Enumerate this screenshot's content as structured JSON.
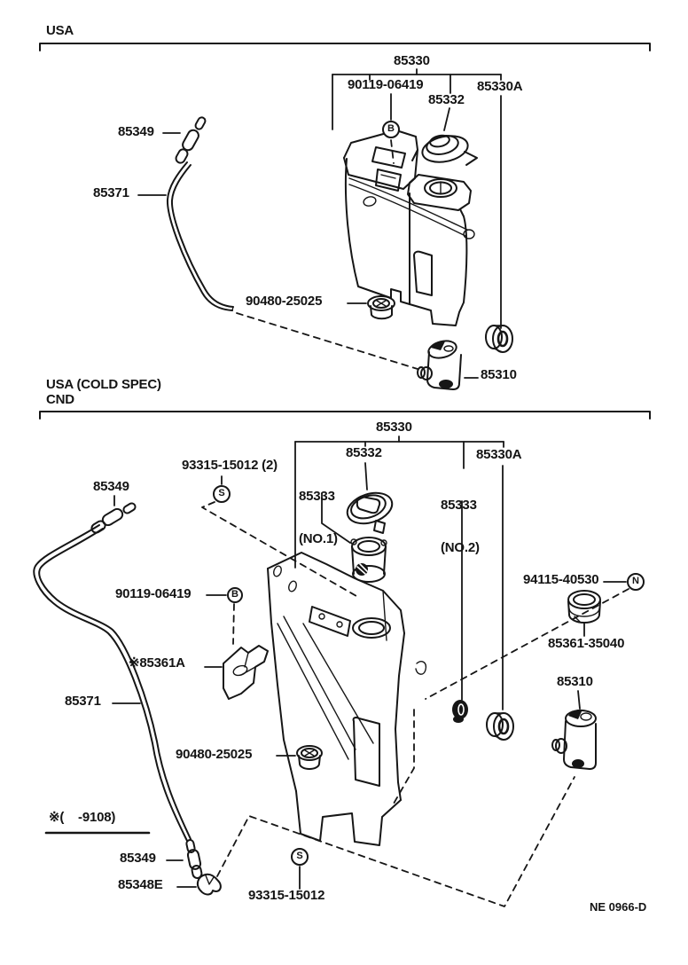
{
  "doc": {
    "type": "parts-diagram",
    "footer_code": "NE 0966-D",
    "colors": {
      "ink": "#161616",
      "background": "#ffffff"
    }
  },
  "section1": {
    "header": "USA",
    "labels": {
      "l85330": "85330",
      "l90119": "90119-06419",
      "l85330a": "85330A",
      "l85332": "85332",
      "l85349": "85349",
      "l85371": "85371",
      "l90480": "90480-25025",
      "l85310": "85310"
    },
    "fastener_marks": {
      "bolt_b": "B"
    }
  },
  "section2": {
    "header_line1": "USA (COLD SPEC)",
    "header_line2": "CND",
    "labels": {
      "l85330": "85330",
      "l93315_qty2": "93315-15012 (2)",
      "l85332": "85332",
      "l85333_no1_line1": "85333",
      "l85333_no1_line2": "(NO.1)",
      "l85333_no2_line1": "85333",
      "l85333_no2_line2": "(NO.2)",
      "l85330a": "85330A",
      "l85349_top": "85349",
      "l90119": "90119-06419",
      "l94115": "94115-40530",
      "l85361_35040": "85361-35040",
      "l85361a": "※85361A",
      "l85310": "85310",
      "l85371": "85371",
      "l90480": "90480-25025",
      "note_applicability": "※(    -9108)",
      "l85349_bottom": "85349",
      "l85348e": "85348E",
      "l93315_bottom": "93315-15012"
    },
    "fastener_marks": {
      "bolt_b": "B",
      "screw_s_top": "S",
      "screw_s_bottom": "S",
      "nut_n": "N"
    }
  }
}
